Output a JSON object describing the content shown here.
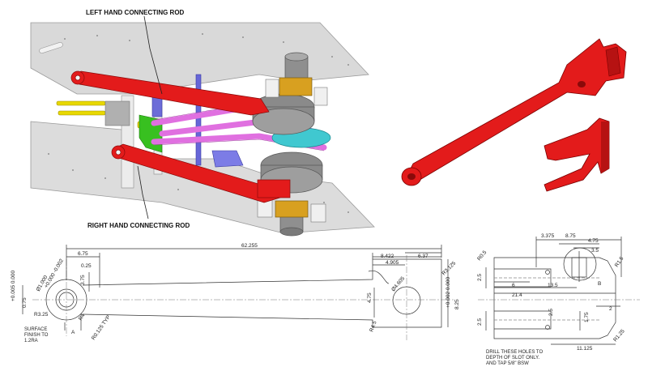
{
  "callouts": {
    "left_rod": "LEFT HAND CONNECTING ROD",
    "right_rod": "RIGHT HAND CONNECTING ROD"
  },
  "colors": {
    "frame": "#d9d9d9",
    "rod": "#e31b1b",
    "pink": "#e070e0",
    "blue": "#6666d8",
    "yellow": "#e8d800",
    "green": "#38c020",
    "cyan": "#40c8d0",
    "gold": "#d8a020",
    "grey_part": "#8a8a8a"
  },
  "rod_drawing": {
    "dims": {
      "overall": "62.255",
      "left_top": "6.75",
      "d025": "0.25",
      "d375": "3.75",
      "bore_tol": "+0.000 -0.002",
      "bore": "Ø1.000",
      "h_tol": "+0.005 0.000",
      "h": "0.75",
      "r325": "R3.25",
      "r4": "R4",
      "r0125": "R0.125 TYP",
      "a_mark": "A",
      "d8422": "8.422",
      "d4905": "4.905",
      "d637": "6.37",
      "dia4605": "Ø4.605",
      "r3125": "R3.125",
      "h475": "4.75",
      "right_tol": "+0.002 0.000",
      "right_h": "8.25",
      "r45": "R4.5"
    },
    "surface": [
      "SURFACE",
      "FINISH TO",
      "1.2RA"
    ]
  },
  "fork_drawing": {
    "dims": {
      "d3375": "3.375",
      "d875": "8.75",
      "d475": "4.75",
      "d35": "3.5",
      "r05": "R0.5",
      "r15": "R1.5",
      "d25a": "2.5",
      "d6": "6",
      "d135": "13.5",
      "d214": "21.4",
      "d2": "2",
      "d25b": "2.5",
      "d175": "1.75",
      "d25c": "2.5",
      "d11125": "11.125",
      "r125": "R1.25",
      "b_mark": "B"
    },
    "note": [
      "DRILL THESE HOLES TO",
      "DEPTH OF SLOT ONLY.",
      "AND TAP 5/8\" BSW"
    ]
  }
}
